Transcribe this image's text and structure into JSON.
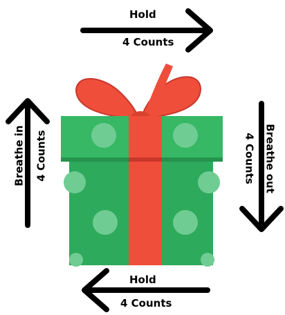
{
  "cycle": {
    "top": {
      "word": "Hold",
      "count": "4 Counts"
    },
    "left": {
      "word": "Breathe in",
      "count": "4 Counts"
    },
    "right": {
      "word": "Breathe out",
      "count": "4 Counts"
    },
    "bottom": {
      "word": "Hold",
      "count": "4 Counts"
    }
  },
  "gift": {
    "box_color": "#2eaa5c",
    "lid_color": "#36b865",
    "dot_color": "#6fcc92",
    "ribbon_color": "#ef4e3b",
    "ribbon_dark": "#c8382a"
  },
  "arrow_color": "#000000"
}
